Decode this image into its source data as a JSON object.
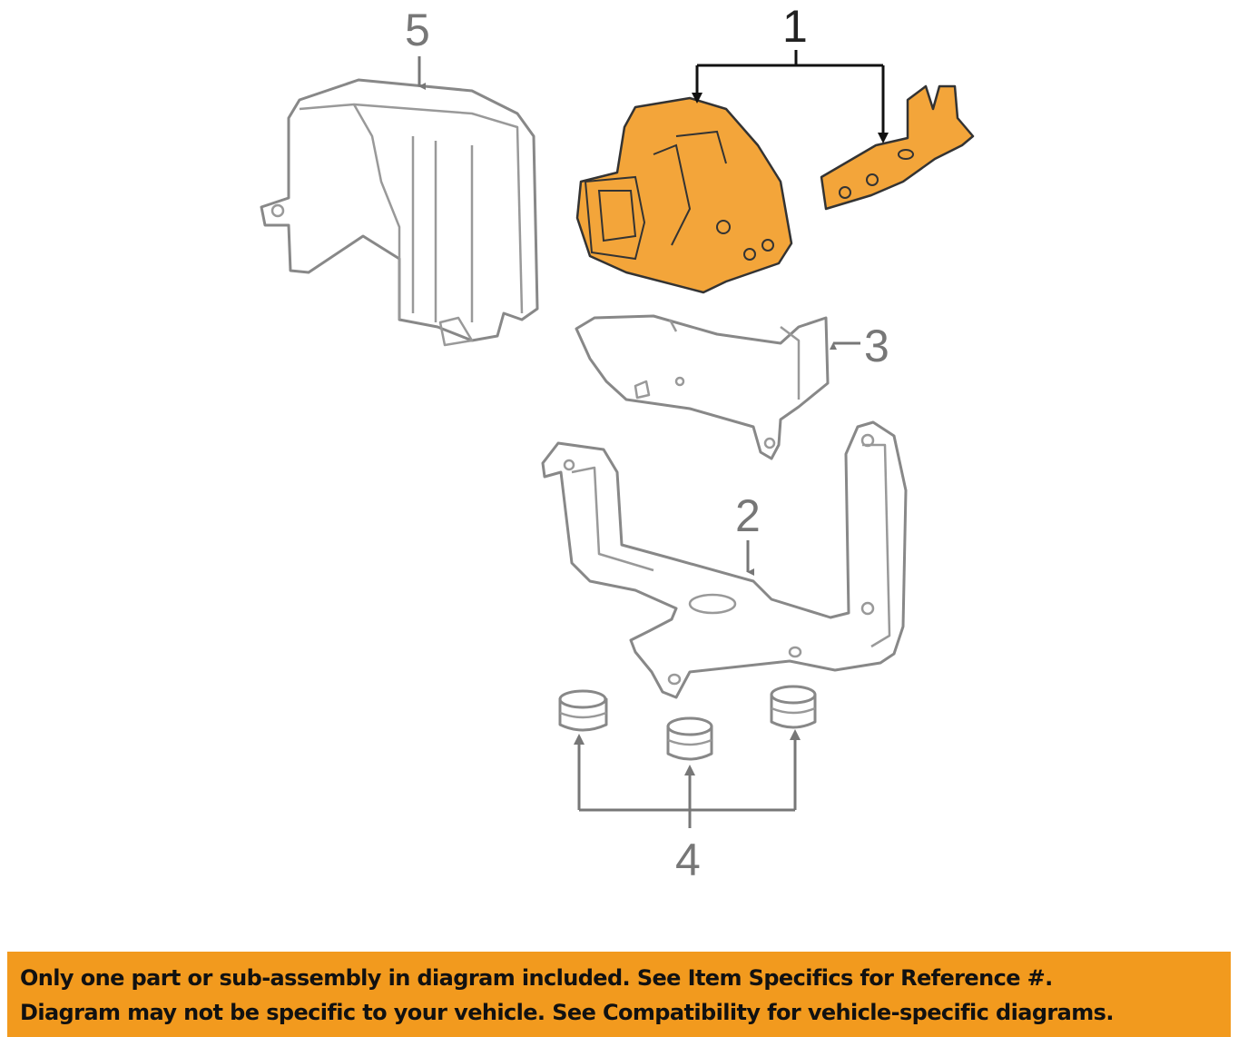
{
  "diagram": {
    "callouts": {
      "c1": "1",
      "c2": "2",
      "c3": "3",
      "c4": "4",
      "c5": "5"
    },
    "colors": {
      "highlight": "#f3a53a",
      "line": "#888888",
      "banner": "#f29a1e"
    }
  },
  "banner": {
    "line1": "Only one part or sub-assembly in diagram included. See Item Specifics for Reference #.",
    "line2": "Diagram may not be specific to your vehicle. See Compatibility for vehicle-specific diagrams."
  }
}
